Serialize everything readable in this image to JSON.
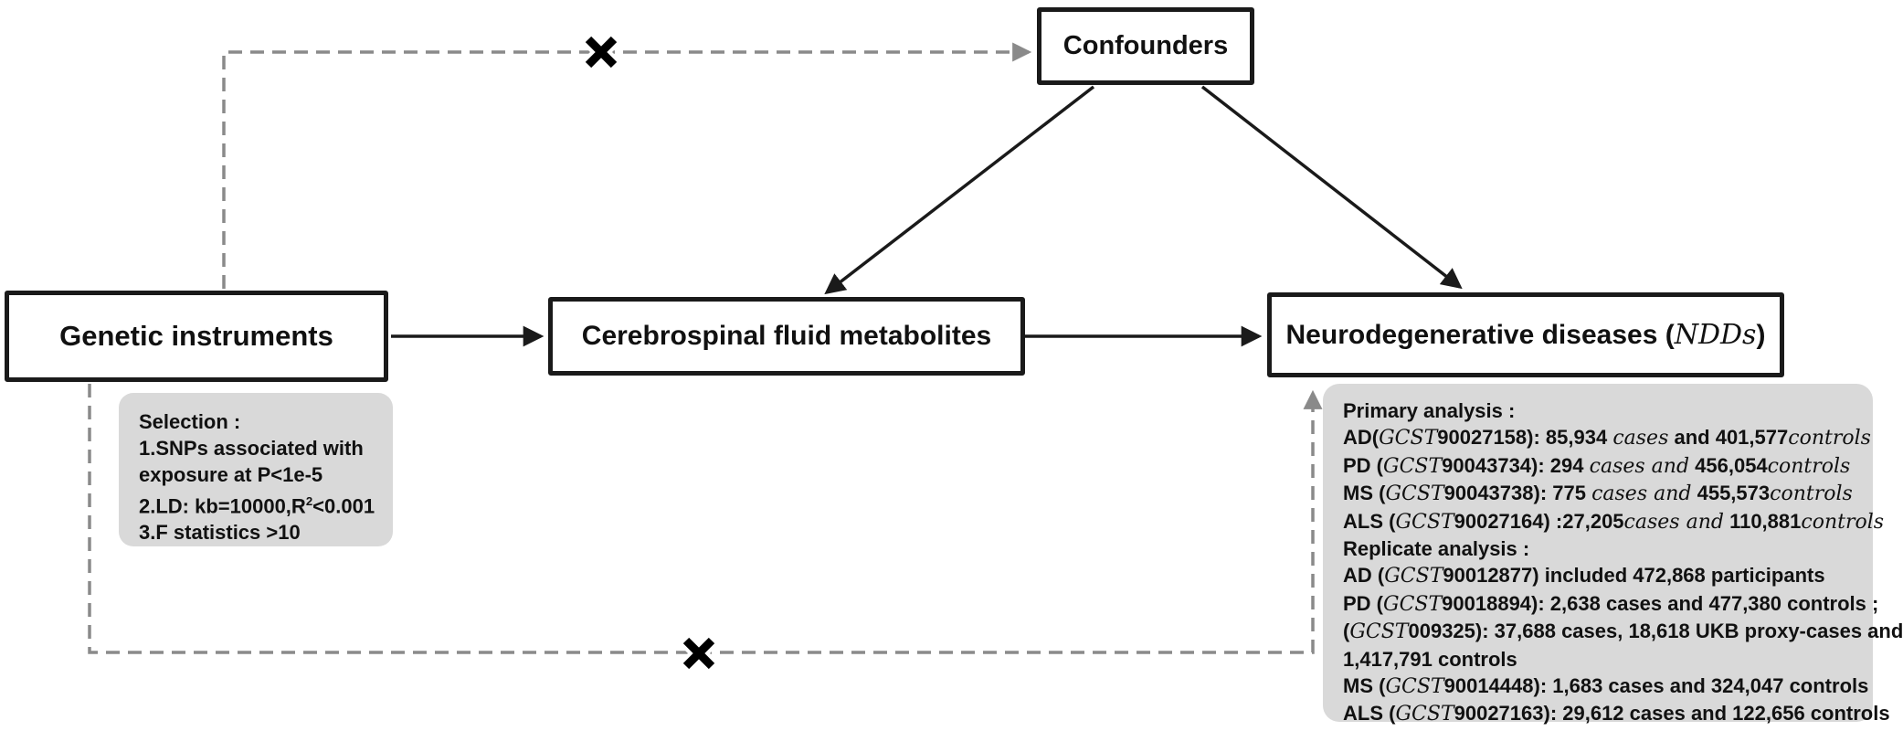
{
  "colors": {
    "box_border": "#1a1a1a",
    "box_fill": "#ffffff",
    "note_fill": "#d9d9d9",
    "solid_arrow": "#1a1a1a",
    "dashed_arrow": "#8a8a8a",
    "cross_mark": "#000000"
  },
  "nodes": {
    "genetic_instruments": {
      "label": "Genetic instruments"
    },
    "csf_metabolites": {
      "label": "Cerebrospinal fluid metabolites"
    },
    "confounders": {
      "label": "Confounders"
    },
    "ndds": {
      "segments": [
        {
          "t": "Neurodegenerative diseases (",
          "s": "b"
        },
        {
          "t": "NDDs",
          "s": "i"
        },
        {
          "t": ")",
          "s": "b"
        }
      ]
    }
  },
  "selection_note": {
    "lines": [
      [
        {
          "t": "Selection :",
          "s": "b"
        }
      ],
      [
        {
          "t": "1.SNPs associated with",
          "s": "b"
        }
      ],
      [
        {
          "t": "exposure at P<1e-5",
          "s": "b"
        }
      ],
      [
        {
          "t": "2.LD: kb=10000,R",
          "s": "b"
        },
        {
          "t": "2",
          "s": "sup"
        },
        {
          "t": "<0.001",
          "s": "b"
        }
      ],
      [
        {
          "t": "3.F statistics >10",
          "s": "b"
        }
      ]
    ]
  },
  "analysis_note": {
    "lines": [
      [
        {
          "t": "Primary analysis :",
          "s": "b"
        }
      ],
      [
        {
          "t": "AD(",
          "s": "b"
        },
        {
          "t": "GCST",
          "s": "i"
        },
        {
          "t": "90027158):  85,934 ",
          "s": "b"
        },
        {
          "t": "cases",
          "s": "i"
        },
        {
          "t": " and 401,577",
          "s": "b"
        },
        {
          "t": "controls",
          "s": "i"
        }
      ],
      [
        {
          "t": "PD (",
          "s": "b"
        },
        {
          "t": "GCST",
          "s": "i"
        },
        {
          "t": "90043734):  294 ",
          "s": "b"
        },
        {
          "t": "cases and",
          "s": "i"
        },
        {
          "t": " 456,054",
          "s": "b"
        },
        {
          "t": "controls",
          "s": "i"
        }
      ],
      [
        {
          "t": "MS (",
          "s": "b"
        },
        {
          "t": "GCST",
          "s": "i"
        },
        {
          "t": "90043738):  775 ",
          "s": "b"
        },
        {
          "t": "cases and",
          "s": "i"
        },
        {
          "t": " 455,573",
          "s": "b"
        },
        {
          "t": "controls",
          "s": "i"
        }
      ],
      [
        {
          "t": "ALS (",
          "s": "b"
        },
        {
          "t": "GCST",
          "s": "i"
        },
        {
          "t": "90027164) :27,205",
          "s": "b"
        },
        {
          "t": "cases and",
          "s": "i"
        },
        {
          "t": " 110,881",
          "s": "b"
        },
        {
          "t": "controls",
          "s": "i"
        }
      ],
      [
        {
          "t": "Replicate analysis :",
          "s": "b"
        }
      ],
      [
        {
          "t": "AD (",
          "s": "b"
        },
        {
          "t": "GCST",
          "s": "i"
        },
        {
          "t": "90012877)  included 472,868 participants",
          "s": "b"
        }
      ],
      [
        {
          "t": "PD (",
          "s": "b"
        },
        {
          "t": "GCST",
          "s": "i"
        },
        {
          "t": "90018894): 2,638 cases and 477,380 controls ;",
          "s": "b"
        }
      ],
      [
        {
          "t": "(",
          "s": "b"
        },
        {
          "t": "GCST",
          "s": "i"
        },
        {
          "t": "009325): 37,688 cases, 18,618 UKB proxy-cases and",
          "s": "b"
        }
      ],
      [
        {
          "t": "1,417,791 controls",
          "s": "b"
        }
      ],
      [
        {
          "t": "MS (",
          "s": "b"
        },
        {
          "t": "GCST",
          "s": "i"
        },
        {
          "t": "90014448): 1,683 cases and 324,047 controls",
          "s": "b"
        }
      ],
      [
        {
          "t": "ALS (",
          "s": "b"
        },
        {
          "t": "GCST",
          "s": "i"
        },
        {
          "t": "90027163): 29,612 cases and 122,656 controls",
          "s": "b"
        }
      ]
    ]
  }
}
